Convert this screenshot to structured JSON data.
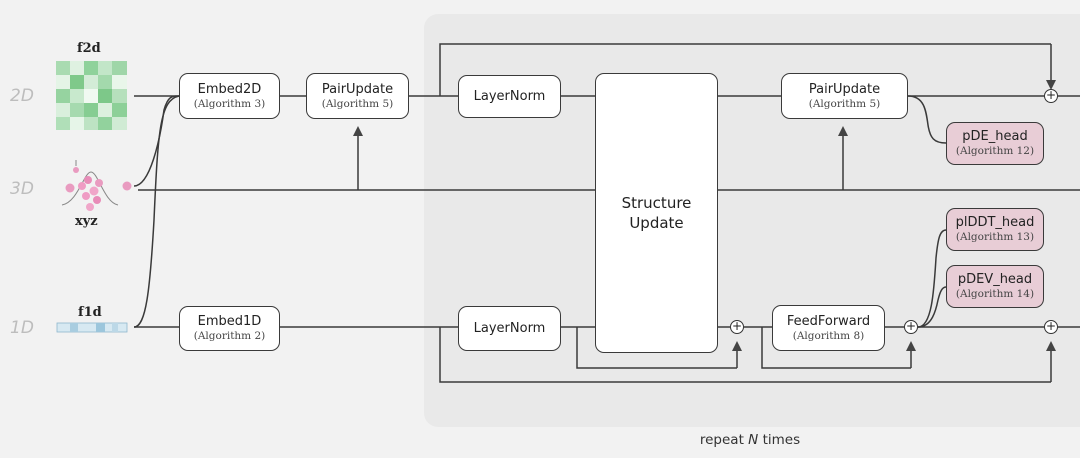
{
  "rows": {
    "2d": "2D",
    "3d": "3D",
    "1d": "1D"
  },
  "inputs": {
    "f2d": "f2d",
    "xyz": "xyz",
    "f1d": "f1d"
  },
  "boxes": {
    "embed2d": {
      "title": "Embed2D",
      "sub": "(Algorithm 3)"
    },
    "pairupdate_pre": {
      "title": "PairUpdate",
      "sub": "(Algorithm 5)"
    },
    "layernorm_2d": {
      "title": "LayerNorm"
    },
    "structure_update": {
      "line1": "Structure",
      "line2": "Update"
    },
    "pairupdate_loop": {
      "title": "PairUpdate",
      "sub": "(Algorithm 5)"
    },
    "embed1d": {
      "title": "Embed1D",
      "sub": "(Algorithm 2)"
    },
    "layernorm_1d": {
      "title": "LayerNorm"
    },
    "feedforward": {
      "title": "FeedForward",
      "sub": "(Algorithm 8)"
    }
  },
  "heads": {
    "pde": {
      "title": "pDE_head",
      "sub": "(Algorithm 12)"
    },
    "plddt": {
      "title": "plDDT_head",
      "sub": "(Algorithm 13)"
    },
    "pdev": {
      "title": "pDEV_head",
      "sub": "(Algorithm 14)"
    }
  },
  "plus_symbol": "+",
  "repeat": {
    "prefix": "repeat ",
    "n": "N",
    "suffix": " times"
  },
  "colors": {
    "background": "#f2f2f2",
    "loop_panel": "#e9e9e9",
    "head_fill": "#e8cdd6",
    "line": "#3a3a3a",
    "f2d_green": "#7fc98a",
    "xyz_pink": "#e99bc0",
    "f1d_blue": "#a9cde0"
  }
}
